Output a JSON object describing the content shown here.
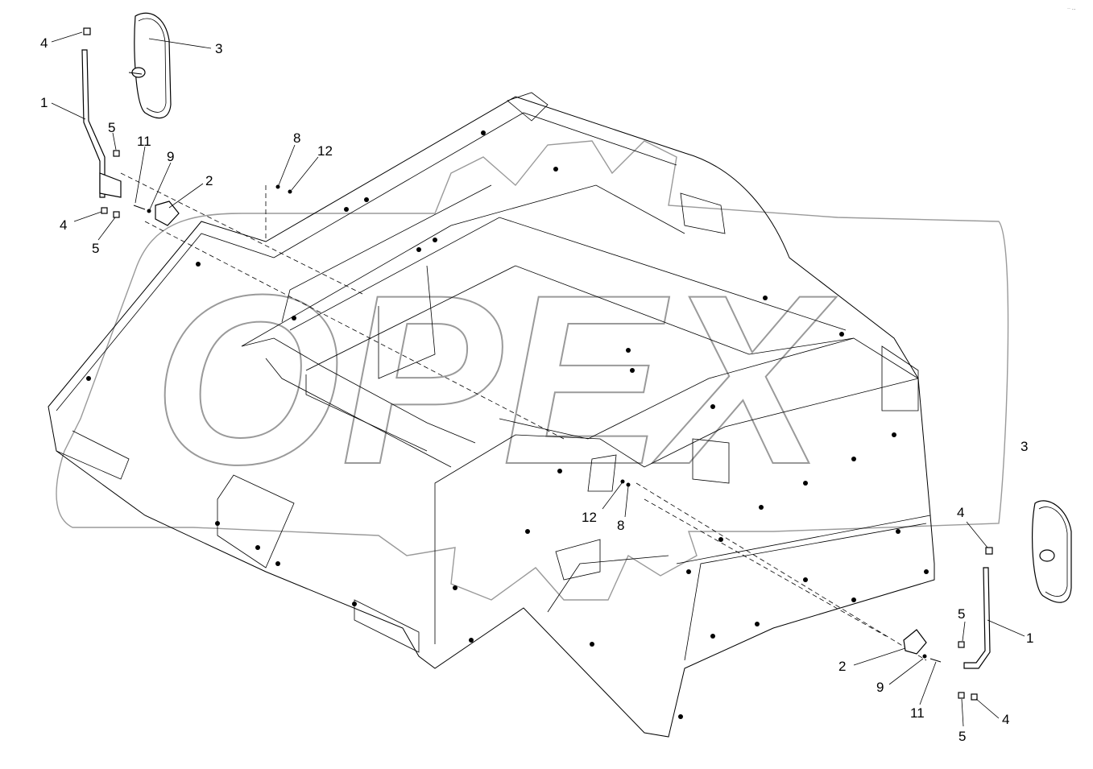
{
  "watermark": {
    "text": "OPEX"
  },
  "callouts": {
    "tl_4a": "4",
    "tl_3": "3",
    "tl_1": "1",
    "tl_5a": "5",
    "tl_11": "11",
    "tl_9": "9",
    "tl_2": "2",
    "tl_8": "8",
    "tl_12": "12",
    "tl_4b": "4",
    "tl_5b": "5",
    "br_3": "3",
    "br_4a": "4",
    "br_5a": "5",
    "br_1": "1",
    "br_2": "2",
    "br_9": "9",
    "br_11": "11",
    "br_5b": "5",
    "br_4b": "4",
    "mid_12": "12",
    "mid_8": "8"
  },
  "corner_mark": "·· ..."
}
